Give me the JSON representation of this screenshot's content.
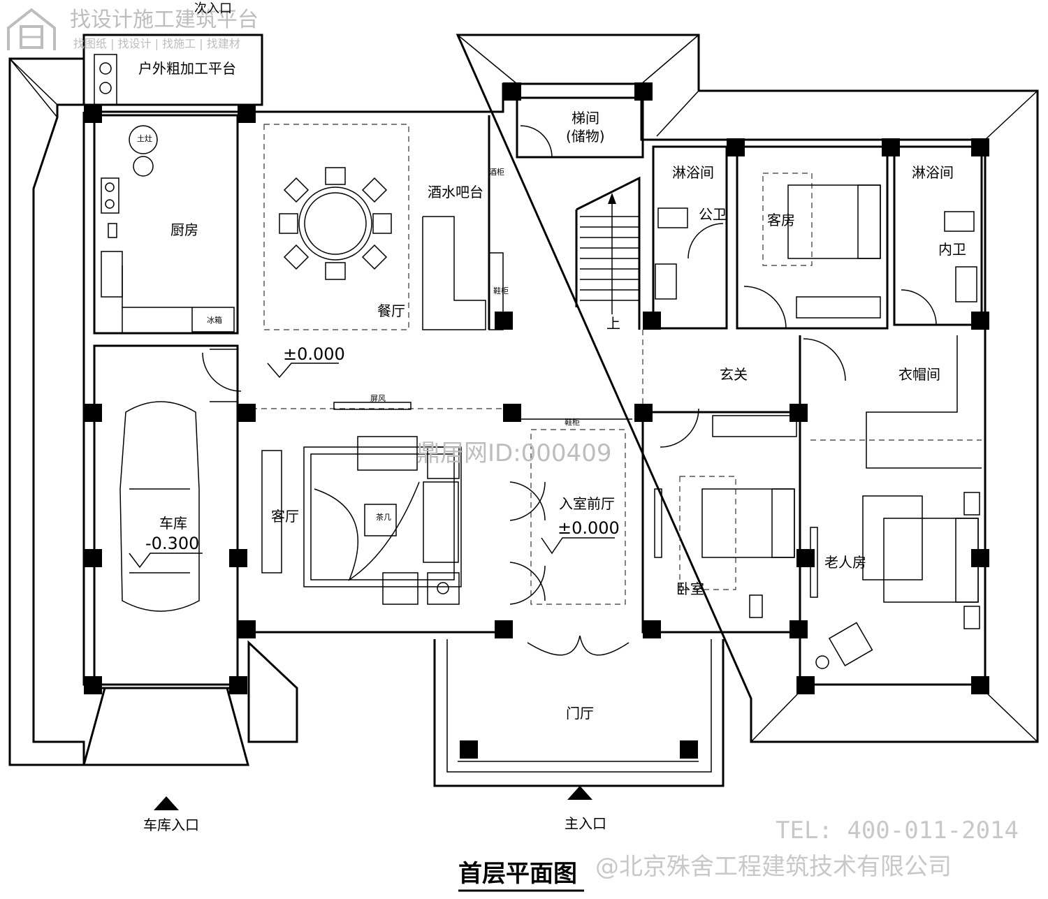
{
  "watermark_top": {
    "line1": "找设计施工建筑平台",
    "line2": "找图纸 | 找设计 | 找施工 | 找建材",
    "side_entrance": "次入口"
  },
  "rooms": {
    "outdoor_platform": "户外粗加工平台",
    "kitchen": "厨房",
    "stove": "土灶",
    "fridge": "冰箱",
    "dining": "餐厅",
    "wine_bar": "酒水吧台",
    "wine_cabinet": "酒柜",
    "shoe_cabinet": "鞋柜",
    "stair_room": "梯间",
    "stair_room_sub": "(储物)",
    "stair_up": "上",
    "shower1": "淋浴间",
    "public_wc": "公卫",
    "guest_room": "客房",
    "shower2": "淋浴间",
    "private_wc": "内卫",
    "foyer": "玄关",
    "cloakroom": "衣帽间",
    "screen": "屏风",
    "living": "客厅",
    "pre_hall": "入室前厅",
    "cabinet": "鞋柜",
    "bedroom": "卧室",
    "elder_room": "老人房",
    "garage": "车库",
    "porch": "门厅",
    "tea": "茶几"
  },
  "levels": {
    "dining_level": "±0.000",
    "pre_hall_level": "±0.000",
    "garage_level": "-0.300"
  },
  "entrances": {
    "garage_entry": "车库入口",
    "main_entry": "主入口"
  },
  "footer": {
    "title": "首层平面图",
    "tel": "TEL: 400-011-2014",
    "company": "@北京殊舍工程建筑技术有限公司",
    "center_mark": "鼎居网ID:000409"
  }
}
